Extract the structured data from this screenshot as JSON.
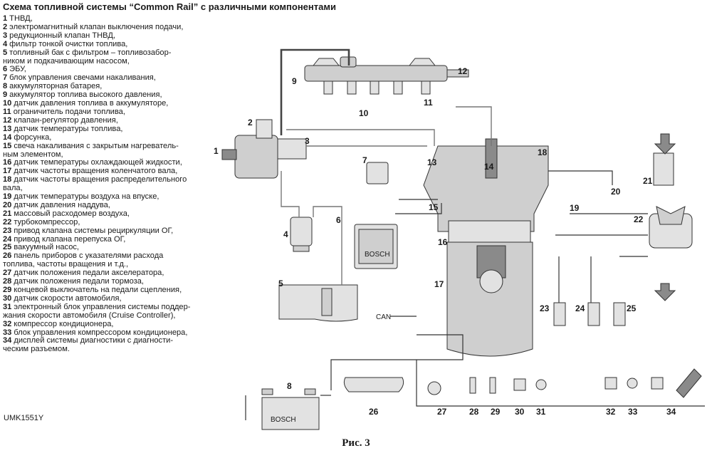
{
  "title": "Схема топливной системы “Common Rail” с различными компонентами",
  "legend": [
    {
      "n": "1",
      "text": "ТНВД,"
    },
    {
      "n": "2",
      "text": "электромагнитный клапан выключения подачи,"
    },
    {
      "n": "3",
      "text": "редукционный клапан ТНВД,"
    },
    {
      "n": "4",
      "text": "фильтр тонкой очистки топлива,"
    },
    {
      "n": "5",
      "text": "топливный бак с фильтром – топливозабор-"
    },
    {
      "n": "",
      "text": "ником и подкачивающим насосом,"
    },
    {
      "n": "6",
      "text": "ЭБУ,"
    },
    {
      "n": "7",
      "text": "блок управления свечами накаливания,"
    },
    {
      "n": "8",
      "text": "аккумуляторная батарея,"
    },
    {
      "n": "9",
      "text": "аккумулятор топлива высокого давления,"
    },
    {
      "n": "10",
      "text": "датчик давления топлива в аккумуляторе,"
    },
    {
      "n": "11",
      "text": "ограничитель подачи топлива,"
    },
    {
      "n": "12",
      "text": "клапан-регулятор давления,"
    },
    {
      "n": "13",
      "text": "датчик температуры топлива,"
    },
    {
      "n": "14",
      "text": "форсунка,"
    },
    {
      "n": "15",
      "text": "свеча накаливания с закрытым нагреватель-"
    },
    {
      "n": "",
      "text": "ным элементом,"
    },
    {
      "n": "16",
      "text": "датчик температуры охлаждающей жидкости,"
    },
    {
      "n": "17",
      "text": "датчик частоты вращения коленчатого вала,"
    },
    {
      "n": "18",
      "text": "датчик частоты вращения распределительного"
    },
    {
      "n": "",
      "text": "вала,"
    },
    {
      "n": "19",
      "text": "датчик температуры воздуха на впуске,"
    },
    {
      "n": "20",
      "text": "датчик давления наддува,"
    },
    {
      "n": "21",
      "text": "массовый расходомер воздуха,"
    },
    {
      "n": "22",
      "text": "турбокомпрессор,"
    },
    {
      "n": "23",
      "text": "привод клапана системы рециркуляции ОГ,"
    },
    {
      "n": "24",
      "text": "привод клапана перепуска ОГ,"
    },
    {
      "n": "25",
      "text": "вакуумный насос,"
    },
    {
      "n": "26",
      "text": "панель приборов с указателями расхода"
    },
    {
      "n": "",
      "text": "топлива, частоты вращения и т.д.,"
    },
    {
      "n": "27",
      "text": "датчик положения педали акселератора,"
    },
    {
      "n": "28",
      "text": "датчик положения педали тормоза,"
    },
    {
      "n": "29",
      "text": "концевой выключатель на педали сцепления,"
    },
    {
      "n": "30",
      "text": "датчик скорости автомобиля,"
    },
    {
      "n": "31",
      "text": "электронный блок управления системы поддер-"
    },
    {
      "n": "",
      "text": "жания скорости автомобиля (Cruise Controller),"
    },
    {
      "n": "32",
      "text": "компрессор кондиционера,"
    },
    {
      "n": "33",
      "text": "блок управления компрессором кондиционера,"
    },
    {
      "n": "34",
      "text": "дисплей системы диагностики с диагности-"
    },
    {
      "n": "",
      "text": "ческим разъемом."
    }
  ],
  "figure_code": "UMK1551Y",
  "caption": "Рис. 3",
  "diagram": {
    "bus_label": "CAN",
    "ecu_brand": "BOSCH",
    "battery_brand": "BOSCH",
    "callouts": [
      "1",
      "2",
      "3",
      "4",
      "5",
      "6",
      "7",
      "8",
      "9",
      "10",
      "11",
      "12",
      "13",
      "14",
      "15",
      "16",
      "17",
      "18",
      "19",
      "20",
      "21",
      "22",
      "23",
      "24",
      "25",
      "26",
      "27",
      "28",
      "29",
      "30",
      "31",
      "32",
      "33",
      "34"
    ]
  }
}
